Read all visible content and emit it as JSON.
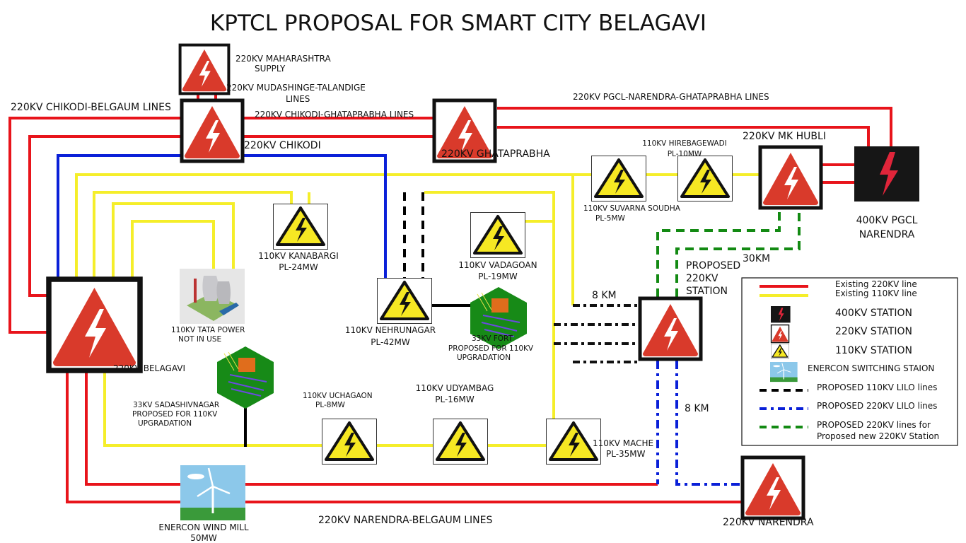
{
  "title": "KPTCL PROPOSAL FOR SMART CITY BELAGAVI",
  "stations": {
    "maharashtra": [
      "220KV MAHARASHTRA",
      "SUPPLY"
    ],
    "chikodi": "220KV CHIKODI",
    "ghataprabha": "220KV GHATAPRABHA",
    "mk_hubli": "220KV MK HUBLI",
    "pgcl": [
      "400KV PGCL",
      "NARENDRA"
    ],
    "belagavi": "220KV BELAGAVI",
    "narendra": "220KV NARENDRA",
    "proposed": [
      "PROPOSED",
      "220KV",
      "STATION"
    ],
    "kanabargi": [
      "110KV KANABARGI",
      "PL-24MW"
    ],
    "vadagoan": [
      "110KV VADAGOAN",
      "PL-19MW"
    ],
    "nehrunagar": [
      "110KV NEHRUNAGAR",
      "PL-42MW"
    ],
    "suvarna_soudha": [
      "110KV SUVARNA SOUDHA",
      "PL-5MW"
    ],
    "hirebagewadi": [
      "110KV HIREBAGEWADI",
      "PL-10MW"
    ],
    "uchagaon": [
      "110KV UCHAGAON",
      "PL-8MW"
    ],
    "udyambag": [
      "110KV UDYAMBAG",
      "PL-16MW"
    ],
    "mache": [
      "110KV MACHE",
      "PL-35MW"
    ],
    "tata_power": [
      "110KV TATA POWER",
      "NOT IN USE"
    ],
    "fort": [
      "33KV FORT",
      "PROPOSED FOR 110KV",
      "UPGRADATION"
    ],
    "sadashivnagar": [
      "33KV SADASHIVNAGAR",
      "PROPOSED FOR 110KV",
      "UPGRADATION"
    ],
    "enercon": [
      "ENERCON WIND MILL",
      "50MW"
    ]
  },
  "lines": {
    "mudashinge": [
      "220KV MUDASHINGE-TALANDIGE",
      "LINES"
    ],
    "chikodi_belgaum": "220KV CHIKODI-BELGAUM LINES",
    "chikodi_ghataprabha": "220KV CHIKODI-GHATAPRABHA LINES",
    "pgcl_narendra": "220KV PGCL-NARENDRA-GHATAPRABHA LINES",
    "narendra_belgaum": "220KV NARENDRA-BELGAUM LINES",
    "dist_8km_a": "8 KM",
    "dist_8km_b": "8 KM",
    "dist_30km": "30KM"
  },
  "legend": {
    "existing_220": "Existing 220KV line",
    "existing_110": "Existing 110KV line",
    "st_400": "400KV STATION",
    "st_220": "220KV STATION",
    "st_110": "110KV STATION",
    "enercon": "ENERCON SWITCHING STAION",
    "lilo_110": "PROPOSED  110KV LILO lines",
    "lilo_220": "PROPOSED  220KV LILO lines",
    "new_220": [
      "PROPOSED  220KV lines for",
      "Proposed new 220KV Station"
    ]
  },
  "colors": {
    "line_220": "#e8141b",
    "line_110": "#f5ee2a",
    "lilo_220": "#0a20d8",
    "new_220": "#138a13"
  }
}
